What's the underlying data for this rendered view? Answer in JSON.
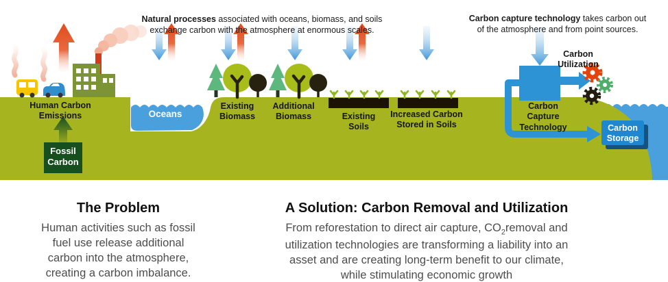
{
  "top_captions": {
    "natural": {
      "bold": "Natural processes",
      "rest": " associated with oceans, biomass, and soils\nexchange carbon with the atmosphere at enormous scales."
    },
    "capture": {
      "bold": "Carbon capture technology",
      "rest": " takes carbon out\nof the atmosphere and from point sources."
    }
  },
  "diagram_labels": {
    "human_emissions": "Human Carbon\nEmissions",
    "fossil_carbon": "Fossil\nCarbon",
    "oceans": "Oceans",
    "existing_biomass": "Existing\nBiomass",
    "additional_biomass": "Additional\nBiomass",
    "existing_soils": "Existing\nSoils",
    "increased_soils": "Increased Carbon\nStored in Soils",
    "carbon_capture": "Carbon\nCapture\nTechnology",
    "carbon_utilization": "Carbon\nUtilization",
    "carbon_storage": "Carbon\nStorage"
  },
  "problem": {
    "title": "The Problem",
    "body": "Human activities such as fossil\nfuel use release additional\ncarbon into the atmosphere,\ncreating a carbon imbalance."
  },
  "solution": {
    "title": "A Solution: Carbon Removal and Utilization",
    "body_before_sub": "From reforestation to direct air capture, CO",
    "sub": "2",
    "body_after_sub": "removal and\nutilization technologies are transforming a liability into an\nasset and are creating long-term benefit to our climate,\nwhile stimulating economic growth"
  },
  "colors": {
    "ground": "#a6b41f",
    "ocean": "#4aa0dc",
    "water_right": "#4aa0dc",
    "arrow_blue": "#3e96d8",
    "arrow_red": "#e05525",
    "fossil_box_green": "#174f1f",
    "capture_blue": "#2e93d4",
    "storage_blue": "#1f86d0",
    "storage_shadow": "#14527f",
    "gear_red": "#e2440c",
    "gear_green": "#4fae6b",
    "gear_black": "#221d10",
    "soil": "#1d1206",
    "pine_green": "#5cb87c",
    "canopy_green": "#a9bd1a",
    "tree_dark": "#26220f",
    "factory_olive": "#7c9434",
    "chimney_red": "#cf3c17",
    "bus_yellow": "#f6c500",
    "car_blue": "#2f8ecb",
    "sprout_green": "#8fb71e"
  }
}
